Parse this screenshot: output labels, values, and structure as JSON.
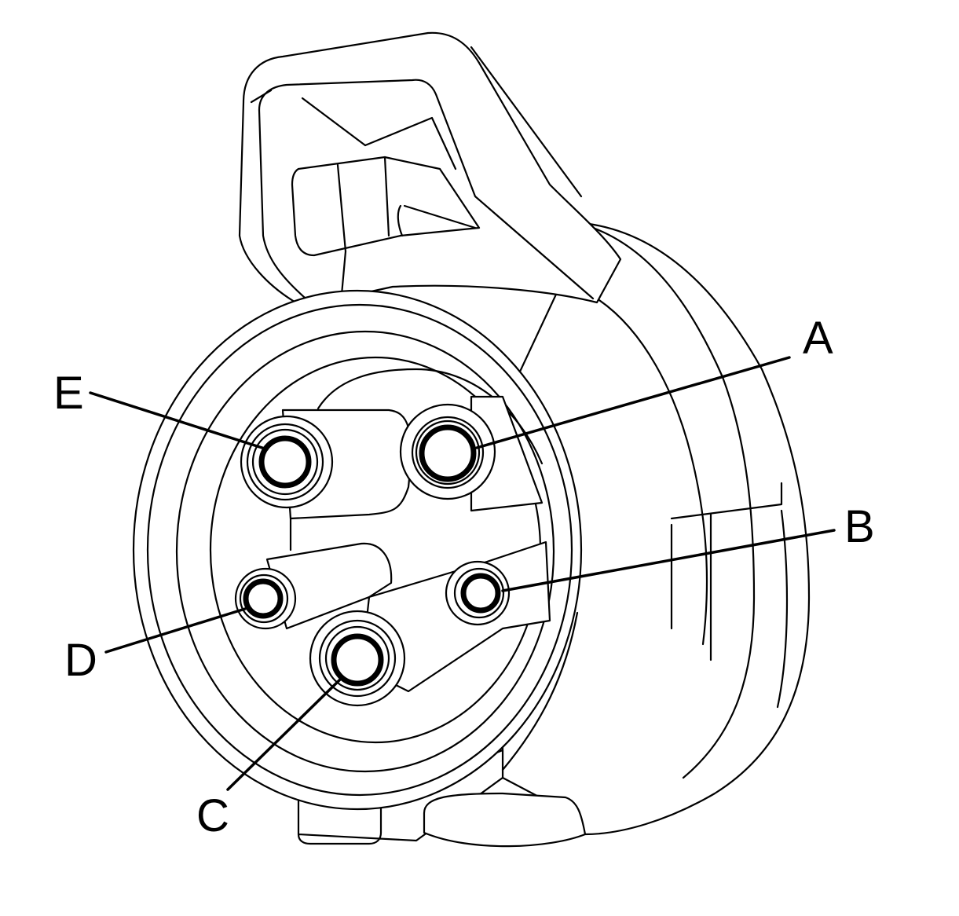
{
  "figure": {
    "pins": [
      {
        "id": "A",
        "label": "A"
      },
      {
        "id": "B",
        "label": "B"
      },
      {
        "id": "C",
        "label": "C"
      },
      {
        "id": "D",
        "label": "D"
      },
      {
        "id": "E",
        "label": "E"
      }
    ]
  }
}
